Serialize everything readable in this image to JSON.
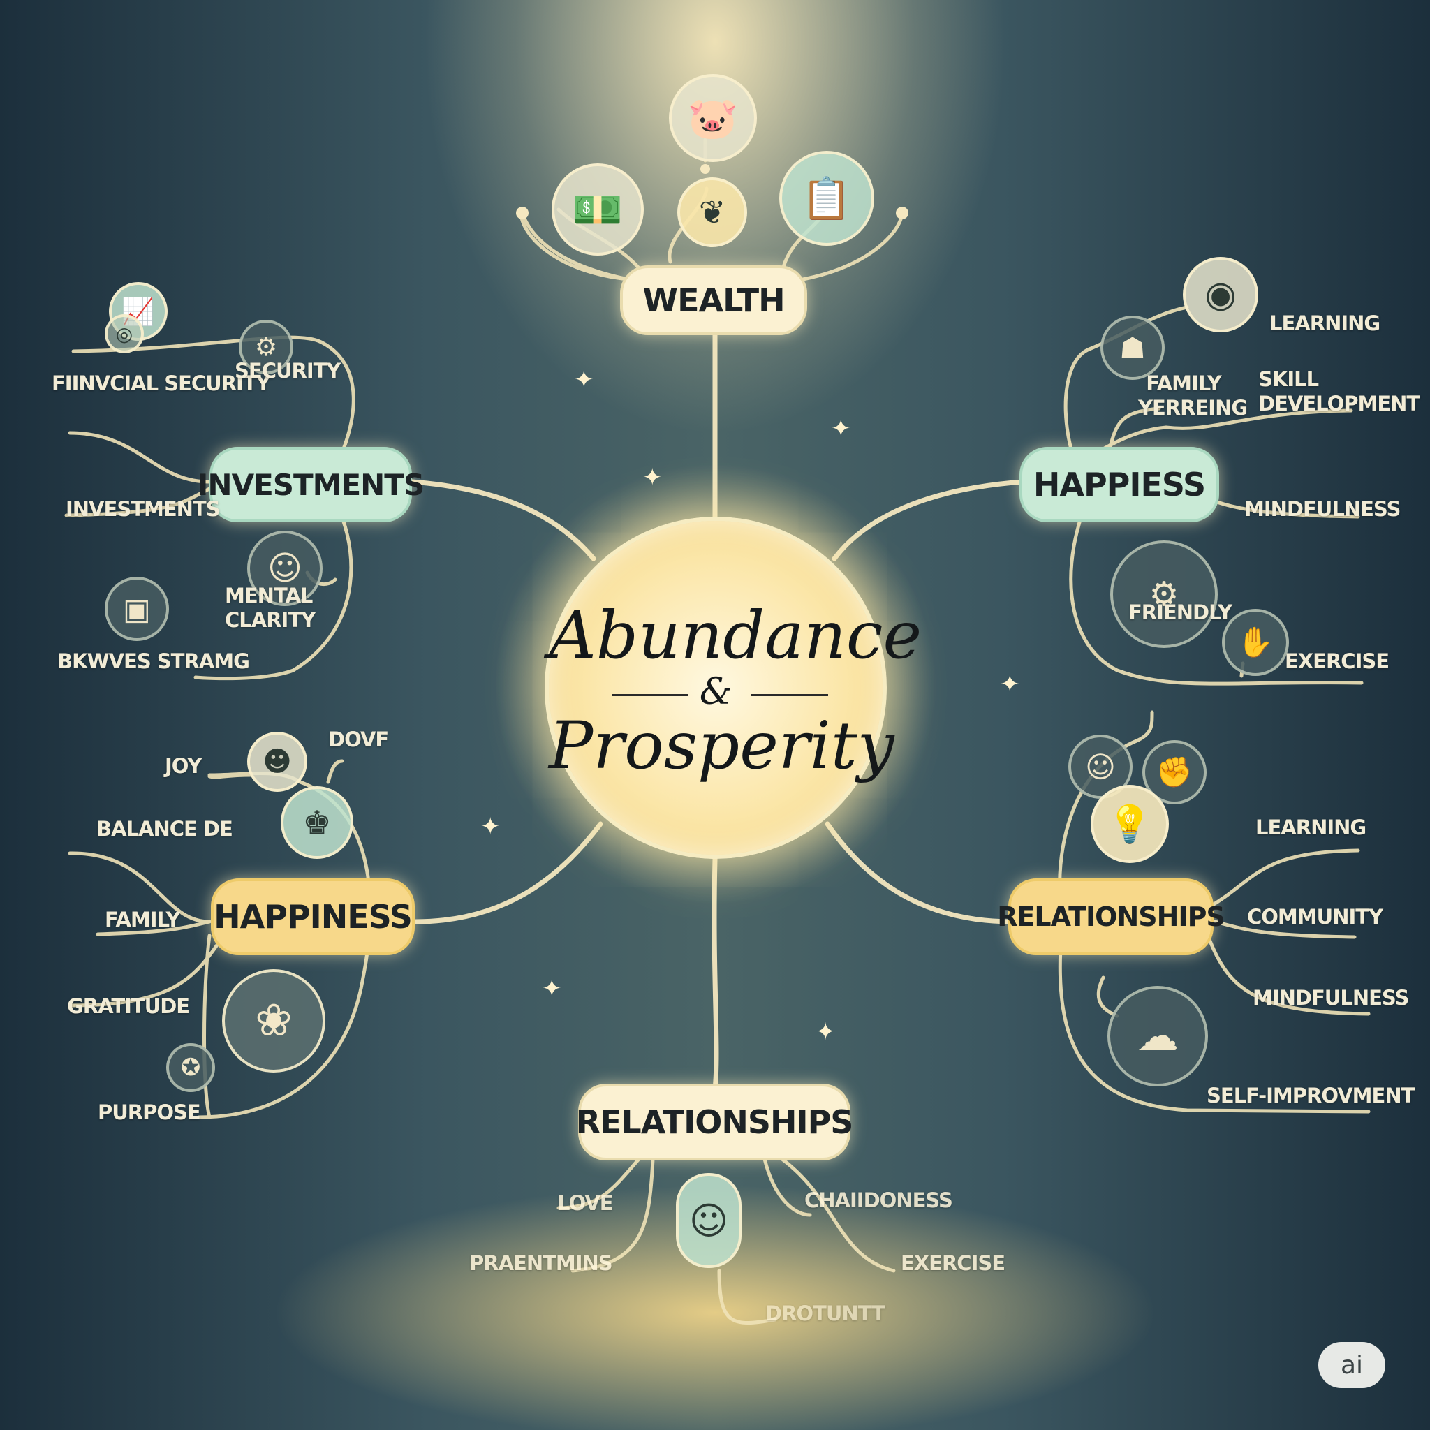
{
  "center": {
    "title_line1": "Abundance",
    "title_amp": "&",
    "title_line2": "Prosperity"
  },
  "branches": {
    "top": {
      "label": "WEALTH"
    },
    "left_upper": {
      "label": "INVESTMENTS",
      "items": [
        "FIINVCIAL SECURITY",
        "SECURITY",
        "INVESTMENTS",
        "MENTAL CLARITY",
        "BKWVES STRAMG"
      ]
    },
    "right_upper": {
      "label": "HAPPIESS",
      "items": [
        "LEARNING",
        "FAMILY YERREING",
        "SKILL DEVELOPMENT",
        "MINDFULNESS",
        "FRIENDLY",
        "EXERCISE"
      ]
    },
    "left_lower": {
      "label": "HAPPINESS",
      "items": [
        "JOY",
        "DOVF",
        "BALANCE DE",
        "FAMILY",
        "GRATITUDE",
        "PURPOSE"
      ]
    },
    "right_lower": {
      "label": "RELATIONSHIPS",
      "items": [
        "LEARNING",
        "COMMUNITY",
        "MINDFULNESS",
        "SELF-IMPROVMENT"
      ]
    },
    "bottom": {
      "label": "RELATIONSHIPS",
      "items": [
        "LOVE",
        "CHAIIDONESS",
        "PRAENTMINS",
        "EXERCISE",
        "DROTUNTT"
      ]
    }
  },
  "icons": {
    "wealth": [
      "piggy-bank-icon",
      "money-stack-icon",
      "plant-icon",
      "document-icon"
    ],
    "investments": [
      "growth-icon",
      "coins-icon",
      "gears-icon",
      "brain-icon",
      "cash-register-icon"
    ],
    "happiess": [
      "target-icon",
      "family-icon",
      "globe-icon",
      "heart-hands-icon"
    ],
    "happiness": [
      "person-icon",
      "meditation-icon",
      "lotus-icon",
      "compass-icon"
    ],
    "relationships": [
      "people-icon",
      "handshake-icon",
      "lightbulb-icon",
      "brain-network-icon"
    ],
    "bottom": [
      "face-portrait-icon"
    ]
  },
  "badge": {
    "text": "ai"
  },
  "colors": {
    "cream": "#fbf1d2",
    "mint": "#c9ead6",
    "gold": "#f7d88a",
    "line": "#f3e7bf"
  }
}
